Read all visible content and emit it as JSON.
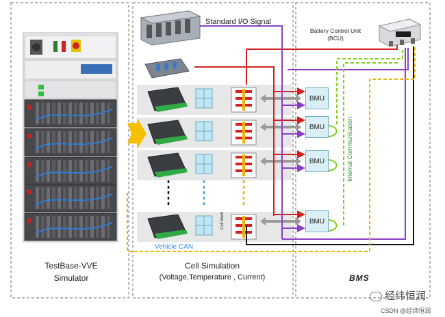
{
  "panels": {
    "simulator": {
      "line1": "TestBase-VVE",
      "line2": "Simulator"
    },
    "cell": {
      "line1": "Cell Simulation",
      "line2": "(Voltage,Temperature , Current)"
    },
    "bms": {
      "label": "BMS"
    }
  },
  "labels": {
    "standard_io": "Standard I/O Signal",
    "bcu_line1": "Battery Control Unit",
    "bcu_line2": "(BCU)",
    "vehicle_can": "Vehicle CAN",
    "internal_comm": "Internal Communication",
    "cell_block": "Cell block"
  },
  "bmu_units": [
    {
      "label": "BMU"
    },
    {
      "label": "BMU"
    },
    {
      "label": "BMU"
    },
    {
      "label": "BMU"
    }
  ],
  "watermark": {
    "brand": "经纬恒润",
    "footer": "CSDN @经纬恒润"
  },
  "colors": {
    "red": "#d42020",
    "purple": "#8a3fc4",
    "green": "#7fd11b",
    "yellow": "#f0b400",
    "gray_arrow": "#9a9a9a",
    "black": "#111111",
    "bmu_fill": "#d9eef5",
    "row_band": "#e7e7e7"
  }
}
